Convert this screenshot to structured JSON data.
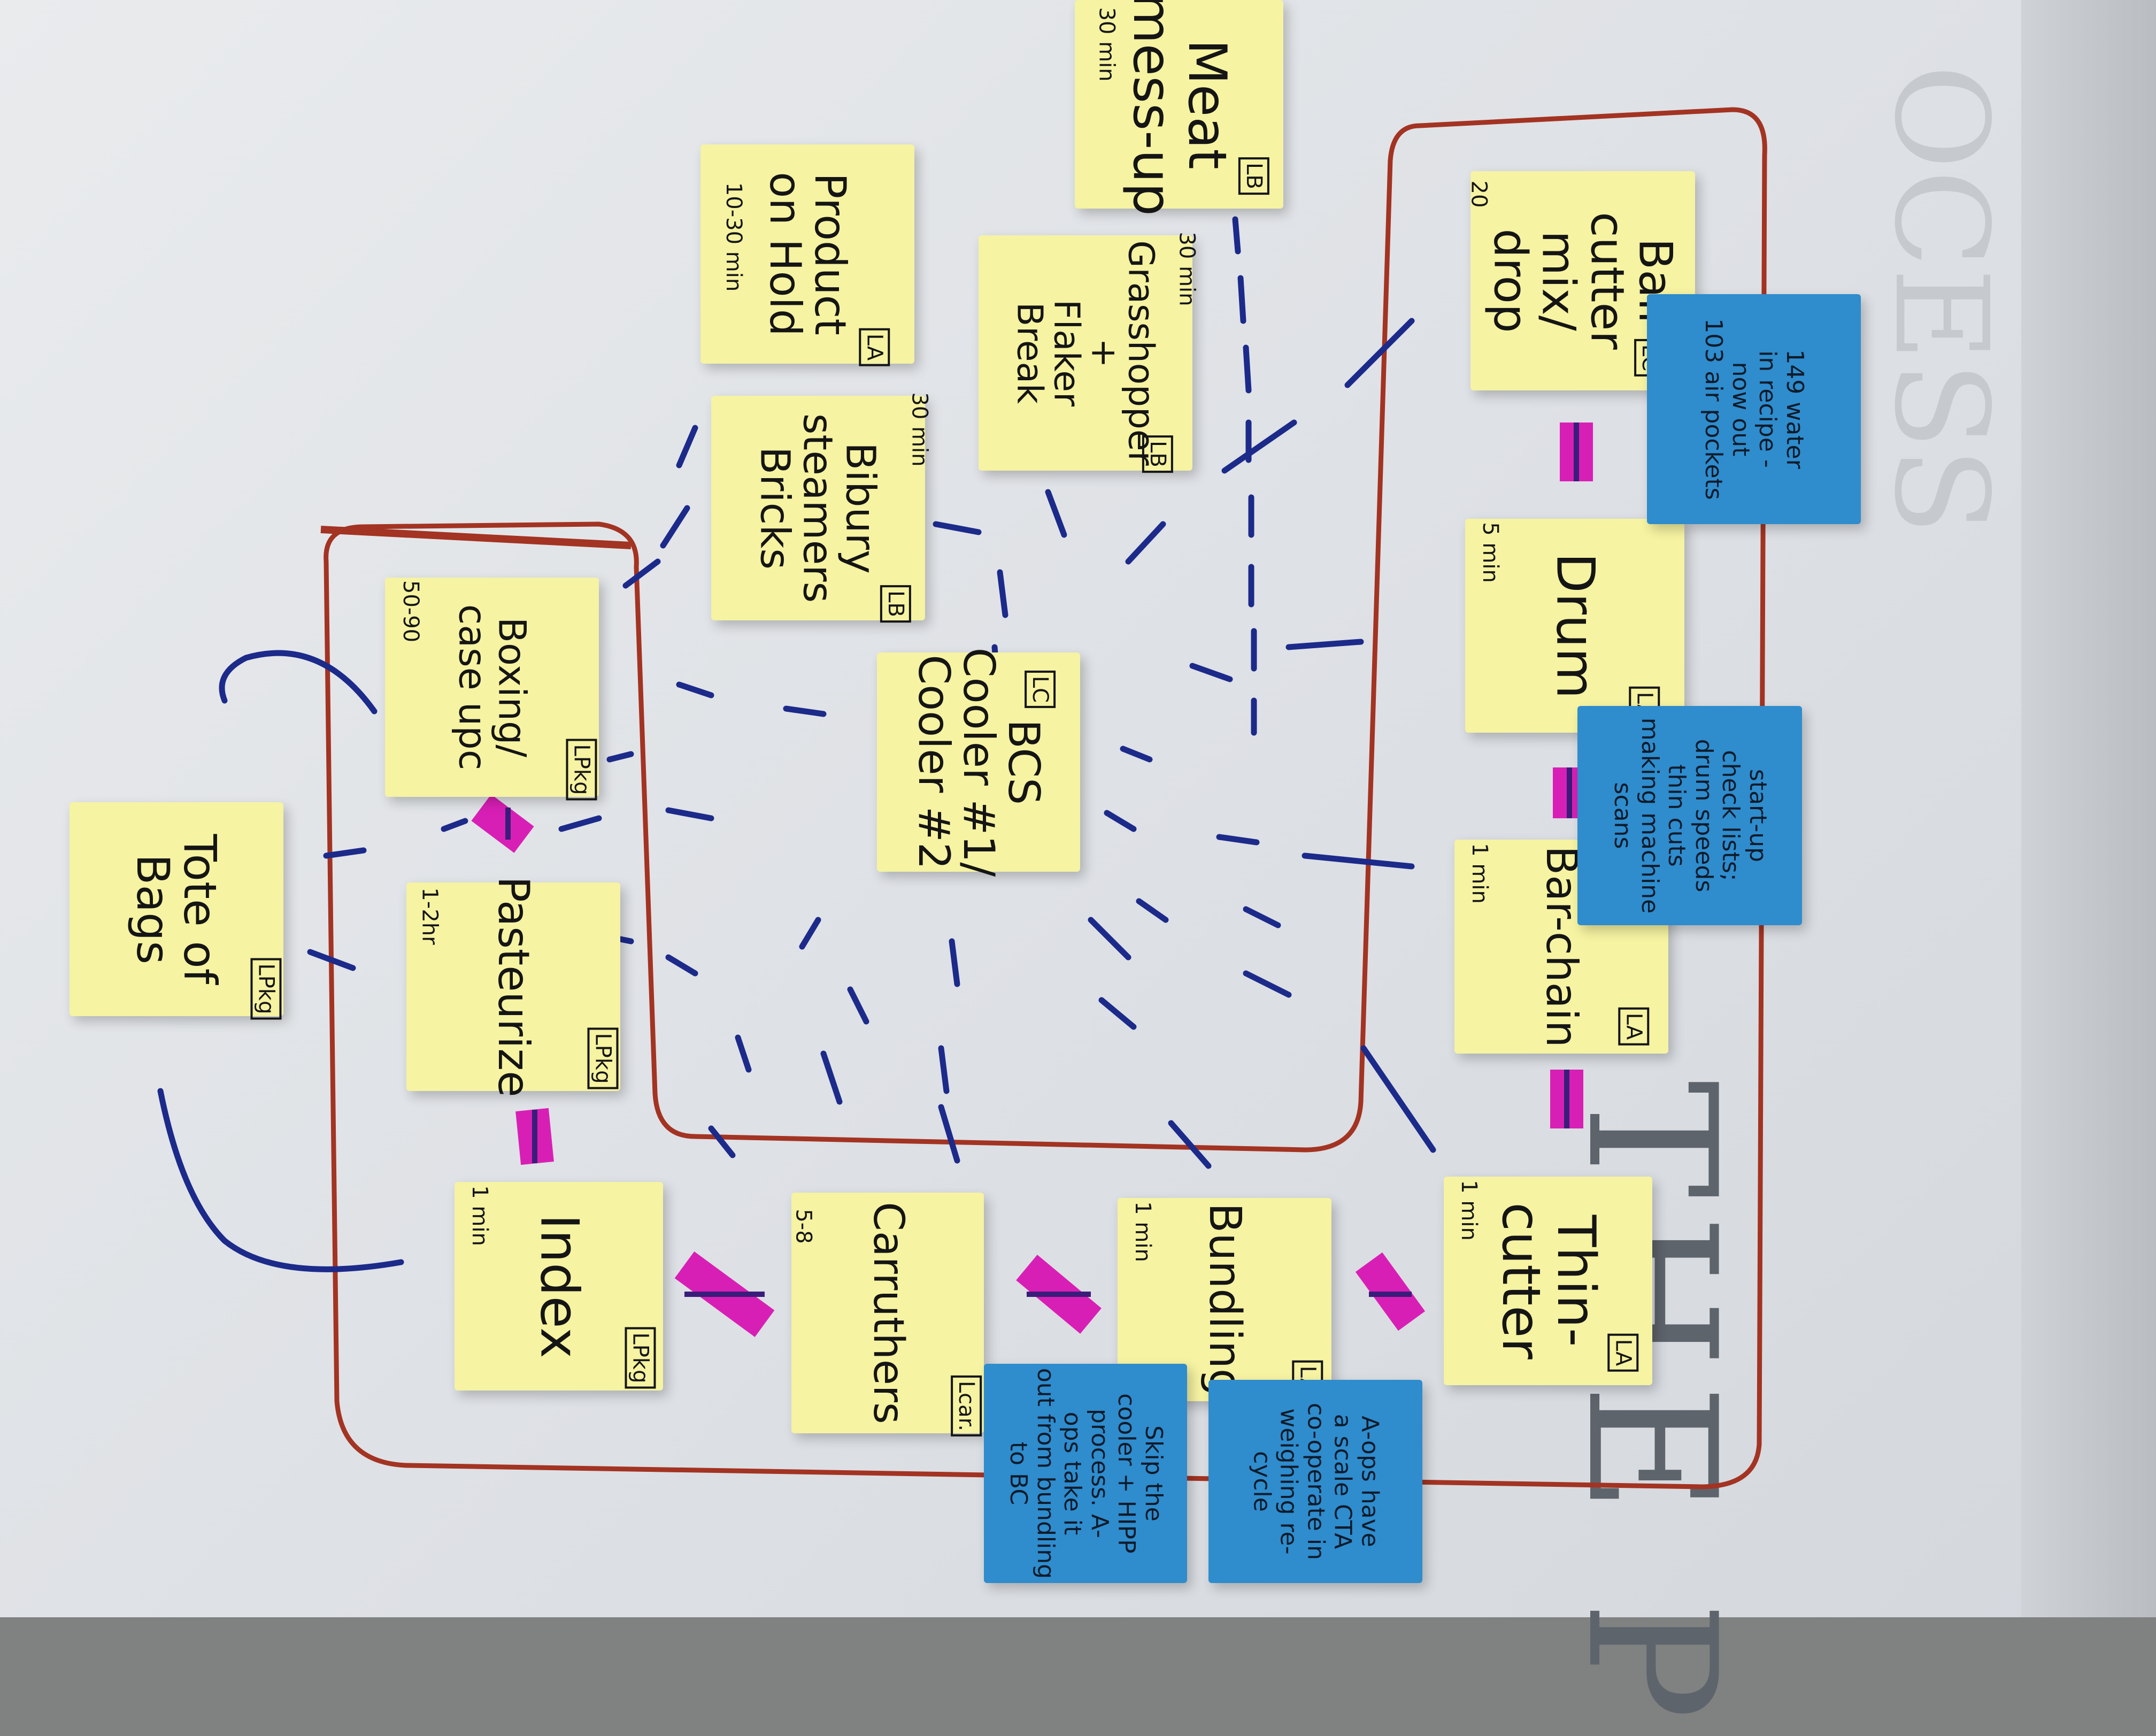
{
  "heading": "THE P",
  "faint_heading": "OCESS",
  "colors": {
    "paper": "#e5e7ea",
    "yellow_note": "#f6f3a2",
    "blue_note": "#2f8ccd",
    "boundary": "#a33322",
    "connector": "#1c2a8a",
    "marker": "#d81fb5"
  },
  "notes": {
    "meat_mess_up": {
      "text": "Meat\nmess-up",
      "tag": "LB",
      "time": "30 min"
    },
    "product_on_hold": {
      "text": "Product\non Hold",
      "tag": "LA",
      "time": "10-30 min"
    },
    "grasshopper": {
      "text": "Grasshopper\n+\nFlaker\nBreak",
      "tag": "LB",
      "time": "30 min"
    },
    "bibury": {
      "text": "Bibury\nsteamers\nBricks",
      "tag": "LB",
      "time": "30 min"
    },
    "bcs_cooler": {
      "text": "BCS\nCooler #1/\nCooler #2",
      "tag": "LC",
      "time": ""
    },
    "ball_cutter": {
      "text": "Ball\ncutter\nmix/\ndrop",
      "tag": "LC",
      "time": "20"
    },
    "drum": {
      "text": "Drum",
      "tag": "LA",
      "time": "5 min"
    },
    "bar_chain": {
      "text": "Bar-chain",
      "tag": "LA",
      "time": "1 min"
    },
    "thin_cutter": {
      "text": "Thin-\ncutter",
      "tag": "LA",
      "time": "1 min"
    },
    "bundling": {
      "text": "Bundling",
      "tag": "LA",
      "time": "1 min"
    },
    "carruthers": {
      "text": "Carruthers",
      "tag": "Lcar.",
      "time": "5-8"
    },
    "index": {
      "text": "Index",
      "tag": "LPkg",
      "time": "1 min"
    },
    "pasteurize": {
      "text": "Pasteurize",
      "tag": "LPkg",
      "time": "1-2hr"
    },
    "boxing": {
      "text": "Boxing/\ncase upc",
      "tag": "LPkg",
      "time": "50-90"
    },
    "tote_of_bags": {
      "text": "Tote of\nBags",
      "tag": "LPkg",
      "time": ""
    },
    "blue_water": {
      "text": "149 water\nin recipe -\nnow out\n103 air pockets"
    },
    "blue_startup": {
      "text": "start-up\ncheck lists;\ndrum speeds\nthin cuts\nmaking machine\nscans"
    },
    "blue_skip": {
      "text": "Skip the\ncooler + HIPP\nprocess. A-\nops take it\nout from bundling\nto BC"
    },
    "blue_aops": {
      "text": "A-ops have\na scale CTA\nco-operate in\nweighing re-\ncycle"
    }
  }
}
